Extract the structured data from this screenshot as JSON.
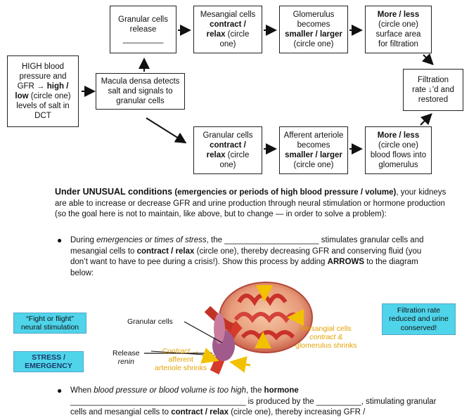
{
  "diagram": {
    "start_box": {
      "l1": "HIGH blood",
      "l2": "pressure and",
      "l3a": "GFR → ",
      "l3b": "high /",
      "l4a": "low",
      "l4b": " (circle one)",
      "l5": "levels of salt in",
      "l6": "DCT"
    },
    "macula_box": {
      "l1": "Macula densa detects",
      "l2": "salt and signals to",
      "l3": "granular cells"
    },
    "granular_release_box": {
      "l1": "Granular cells",
      "l2": "release",
      "l3": "_________"
    },
    "mesangial_box": {
      "l1": "Mesangial cells",
      "l2": "contract /",
      "l3a": "relax",
      "l3b": " (circle",
      "l4": "one)"
    },
    "glomerulus_box": {
      "l1": "Glomerulus",
      "l2": "becomes",
      "l3": "smaller / larger",
      "l4": "(circle one)"
    },
    "surface_box": {
      "l1": "More / less",
      "l2": "(circle one)",
      "l3": "surface area",
      "l4": "for filtration"
    },
    "filtration_box": {
      "l1": "Filtration",
      "l2": "rate ↓'d and",
      "l3": "restored"
    },
    "granular_contract_box": {
      "l1": "Granular cells",
      "l2": "contract /",
      "l3a": "relax",
      "l3b": " (circle",
      "l4": "one)"
    },
    "afferent_box": {
      "l1": "Afferent arteriole",
      "l2": "becomes",
      "l3": "smaller / larger",
      "l4": "(circle one)"
    },
    "bloodflow_box": {
      "l1": "More / less",
      "l2": "(circle one)",
      "l3": "blood flows into",
      "l4": "glomerulus"
    }
  },
  "text": {
    "heading": "Under UNUSUAL conditions",
    "intro_a": " (emergencies or periods of high blood pressure / volume)",
    "intro_b": ", your kidneys are able to increase or decrease GFR and urine production through neural stimulation or hormone production (so the goal here is not to maintain, like above, but to change — in order to solve a problem):",
    "b1_p1": "During ",
    "b1_em": "emergencies or times of stress",
    "b1_p2": ", the _____________________ stimulates granular cells and mesangial cells to ",
    "b1_bold1": "contract / relax",
    "b1_p3": " (circle one), thereby decreasing GFR and conserving fluid (you don’t want to have to pee during a crisis!). Show this process by adding ",
    "b1_bold2": "ARROWS",
    "b1_p4": " to the diagram below:",
    "b2_p1": "When ",
    "b2_em": "blood pressure or blood volume is too high",
    "b2_p2": ", the ",
    "b2_bold1": "hormone",
    "b2_p3": " _______________________________________ is produced by the __________, stimulating granular cells and mesangial cells to ",
    "b2_bold2": "contract / relax",
    "b2_p4": " (circle one), thereby increasing GFR /"
  },
  "illustration": {
    "fight_l1": "“Fight or flight”",
    "fight_l2": "neural stimulation",
    "stress_l1": "STRESS /",
    "stress_l2": "EMERGENCY",
    "filtration_l1": "Filtration rate",
    "filtration_l2": "reduced and urine",
    "filtration_l3": "conserved!",
    "granular_cells": "Granular cells",
    "release_l1": "Release",
    "release_l2": "renin",
    "contract_l1": "Contract →",
    "contract_l2": "afferent",
    "contract_l3": "arteriole shrinks",
    "mesangial_l1": "Mesangial cells",
    "mesangial_l2": "contract &",
    "mesangial_l3": "glomerulus shrinks"
  }
}
